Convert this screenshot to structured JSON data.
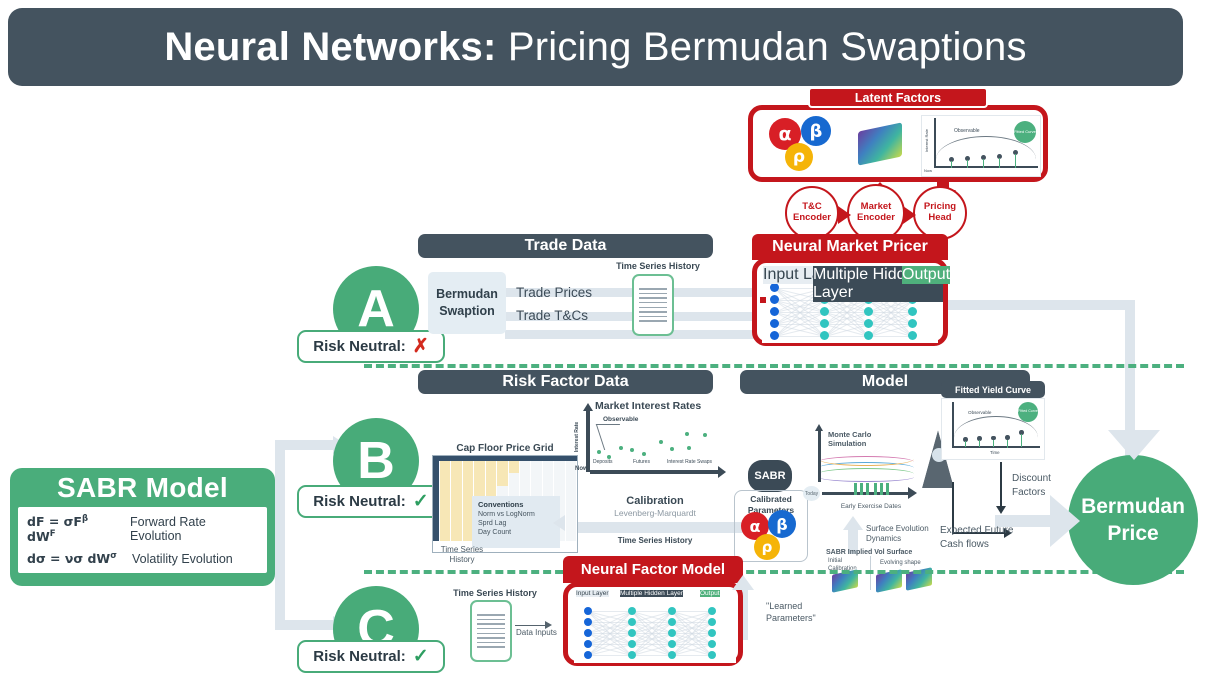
{
  "title": {
    "bold": "Neural Networks:",
    "rest": " Pricing Bermudan Swaptions"
  },
  "colors": {
    "header_slate": "#44535f",
    "green": "#48ab79",
    "red": "#c4161c",
    "alpha": "#d81f26",
    "beta": "#1769d0",
    "rho": "#f5b408",
    "node_input": "#1565d8",
    "node_hidden": "#31c5c0",
    "arrow_grey": "#dde5ec"
  },
  "latent": {
    "title": "Latent Factors",
    "greeks": [
      "α",
      "β",
      "ρ"
    ],
    "chart": {
      "ylabel": "Interest Rate",
      "xlabel": "Now",
      "annotation": "Observable",
      "badge": "Fitted Curve"
    }
  },
  "encoders": [
    {
      "label": "T&C\nEncoder",
      "line1": "T&C",
      "line2": "Encoder"
    },
    {
      "label": "Market Encoder",
      "line1": "Market",
      "line2": "Encoder"
    },
    {
      "label": "Pricing Head",
      "line1": "Pricing",
      "line2": "Head"
    }
  ],
  "neural_market_pricer": {
    "title": "Neural Market Pricer",
    "layers": {
      "input": "Input Layer",
      "hidden": "Multiple Hidden Layer",
      "output": "Output"
    }
  },
  "neural_factor_model": {
    "title": "Neural Factor Model",
    "layers": {
      "input": "Input Layer",
      "hidden": "Multiple Hidden Layer",
      "output": "Output"
    },
    "learned": "\"Learned\nParameters\"",
    "learned_l1": "\"Learned",
    "learned_l2": "Parameters\""
  },
  "sections": {
    "trade_data": "Trade Data",
    "risk_factor_data": "Risk Factor Data",
    "model": "Model"
  },
  "tracks": [
    {
      "letter": "A",
      "risk_neutral_label": "Risk Neutral:",
      "risk_neutral_value": "✗",
      "risk_neutral_ok": false
    },
    {
      "letter": "B",
      "risk_neutral_label": "Risk Neutral:",
      "risk_neutral_value": "✓",
      "risk_neutral_ok": true
    },
    {
      "letter": "C",
      "risk_neutral_label": "Risk Neutral:",
      "risk_neutral_value": "✓",
      "risk_neutral_ok": true
    }
  ],
  "trade_data": {
    "instrument_l1": "Bermudan",
    "instrument_l2": "Swaption",
    "items": [
      "Trade Prices",
      "Trade T&Cs"
    ],
    "time_series_history": "Time Series History"
  },
  "risk_factor_data": {
    "grid_title": "Cap Floor Price Grid",
    "conventions_title": "Conventions",
    "conventions": [
      "Norm vs LogNorm",
      "Sprd Lag",
      "Day Count"
    ],
    "time_series_l1": "Time Series",
    "time_series_l2": "History",
    "market_rates": {
      "title": "Market Interest Rates",
      "ylabel": "Interest Rate",
      "origin": "Now",
      "annotation": "Observable",
      "categories": [
        "Deposits",
        "Futures",
        "Interest Rate Swaps"
      ]
    },
    "calibration_title": "Calibration",
    "calibration_method": "Levenberg-Marquardt",
    "ts_history_caption": "Time Series History"
  },
  "model": {
    "sabr_badge": "SABR",
    "calibrated_l1": "Calibrated",
    "calibrated_l2": "Parameters",
    "greeks": [
      "α",
      "β",
      "ρ"
    ],
    "monte_carlo_l1": "Monte Carlo",
    "monte_carlo_l2": "Simulation",
    "today": "Today",
    "early_exercise": "Early Exercise Dates",
    "surface_l1": "Surface Evolution",
    "surface_l2": "Dynamics",
    "vol_surface_title": "SABR Implied Vol Surface",
    "vol_initial_l1": "Initial",
    "vol_initial_l2": "Calibration",
    "vol_evolving": "Evolving shape",
    "fitted_yield_curve": "Fitted Yield Curve",
    "fitted_badge": "Fitted Curve",
    "yc_xlabel": "Time",
    "yc_annotation": "Observable",
    "discount_l1": "Discount",
    "discount_l2": "Factors",
    "cashflow_l1": "Expected Future",
    "cashflow_l2": "Cash flows"
  },
  "c_track": {
    "time_series_history": "Time Series History",
    "data_inputs": "Data Inputs"
  },
  "sabr_model": {
    "title": "SABR Model",
    "equations": [
      {
        "eq_html": "dF = σF<sup>β</sup> dW<sup>F</sup>",
        "desc": "Forward Rate Evolution"
      },
      {
        "eq_html": "dσ = νσ dW<sup>σ</sup>",
        "desc": "Volatility Evolution"
      }
    ]
  },
  "output": {
    "l1": "Bermudan",
    "l2": "Price"
  }
}
